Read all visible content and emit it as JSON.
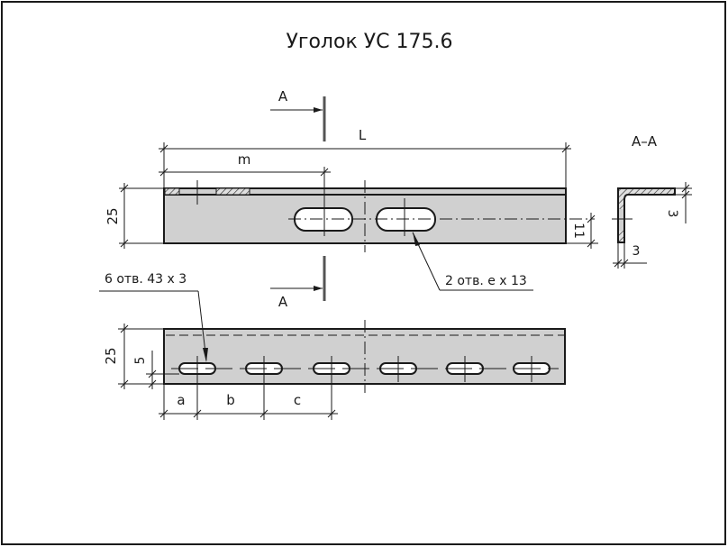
{
  "title": "Уголок УС 175.6",
  "colors": {
    "line": "#1a1a1a",
    "fill": "#d0d0d0",
    "section_mark": "#555555",
    "background": "#ffffff"
  },
  "top_view": {
    "section_label_top": "A",
    "section_label_bottom": "A",
    "dim_length": "L",
    "dim_m": "m",
    "dim_height": "25",
    "dim_slot_offset": "11",
    "callout": "2 отв. e x 13"
  },
  "section_view": {
    "label": "А–А",
    "dim_flange": "3",
    "dim_thickness": "3"
  },
  "front_view": {
    "callout": "6 отв. 43 x 3",
    "dim_height": "25",
    "dim_hole_offset": "5",
    "dim_a": "a",
    "dim_b": "b",
    "dim_c": "c",
    "slot_count": 6
  }
}
